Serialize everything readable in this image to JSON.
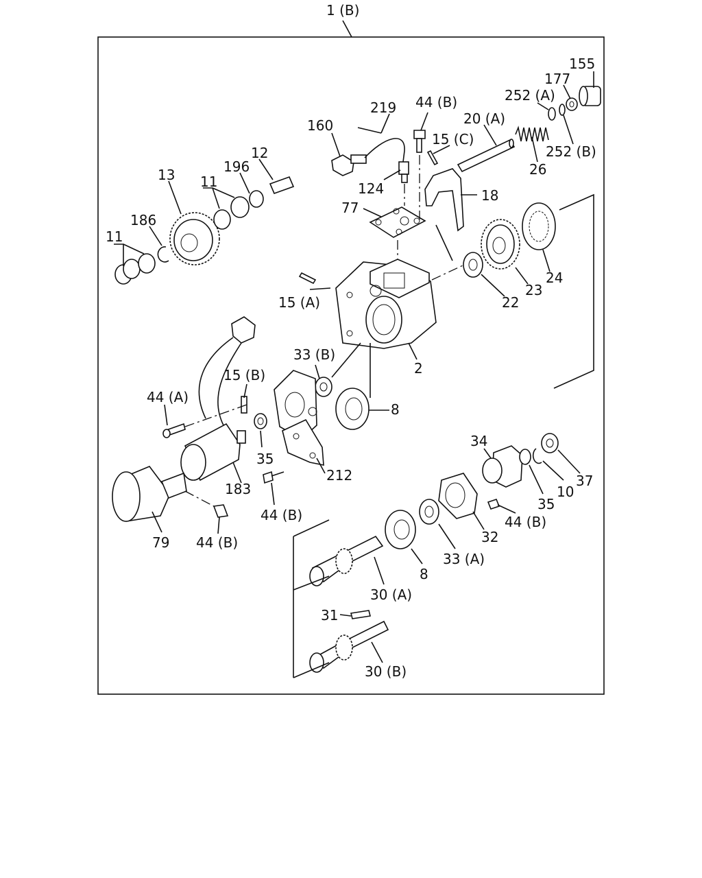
{
  "diagram": {
    "assembly_label": "1 (B)",
    "callouts": [
      {
        "id": "c155",
        "text": "155"
      },
      {
        "id": "c177",
        "text": "177"
      },
      {
        "id": "c252a",
        "text": "252 (A)"
      },
      {
        "id": "c252b",
        "text": "252 (B)"
      },
      {
        "id": "c219",
        "text": "219"
      },
      {
        "id": "c44b_top",
        "text": "44 (B)"
      },
      {
        "id": "c20a",
        "text": "20 (A)"
      },
      {
        "id": "c160",
        "text": "160"
      },
      {
        "id": "c15c",
        "text": "15 (C)"
      },
      {
        "id": "c26",
        "text": "26"
      },
      {
        "id": "c12",
        "text": "12"
      },
      {
        "id": "c196",
        "text": "196"
      },
      {
        "id": "c13",
        "text": "13"
      },
      {
        "id": "c11_top",
        "text": "11"
      },
      {
        "id": "c124",
        "text": "124"
      },
      {
        "id": "c18",
        "text": "18"
      },
      {
        "id": "c77",
        "text": "77"
      },
      {
        "id": "c186",
        "text": "186"
      },
      {
        "id": "c11_left",
        "text": "11"
      },
      {
        "id": "c24",
        "text": "24"
      },
      {
        "id": "c23",
        "text": "23"
      },
      {
        "id": "c22",
        "text": "22"
      },
      {
        "id": "c15a",
        "text": "15 (A)"
      },
      {
        "id": "c33b",
        "text": "33 (B)"
      },
      {
        "id": "c2",
        "text": "2"
      },
      {
        "id": "c15b",
        "text": "15 (B)"
      },
      {
        "id": "c44a",
        "text": "44 (A)"
      },
      {
        "id": "c8_top",
        "text": "8"
      },
      {
        "id": "c34",
        "text": "34"
      },
      {
        "id": "c35_mid",
        "text": "35"
      },
      {
        "id": "c212",
        "text": "212"
      },
      {
        "id": "c37",
        "text": "37"
      },
      {
        "id": "c183",
        "text": "183"
      },
      {
        "id": "c35_right",
        "text": "35"
      },
      {
        "id": "c10",
        "text": "10"
      },
      {
        "id": "c44b_mid",
        "text": "44 (B)"
      },
      {
        "id": "c44b_right",
        "text": "44 (B)"
      },
      {
        "id": "c79",
        "text": "79"
      },
      {
        "id": "c44b_low",
        "text": "44 (B)"
      },
      {
        "id": "c32",
        "text": "32"
      },
      {
        "id": "c33a",
        "text": "33 (A)"
      },
      {
        "id": "c8_low",
        "text": "8"
      },
      {
        "id": "c30a",
        "text": "30 (A)"
      },
      {
        "id": "c31",
        "text": "31"
      },
      {
        "id": "c30b",
        "text": "30 (B)"
      }
    ]
  }
}
